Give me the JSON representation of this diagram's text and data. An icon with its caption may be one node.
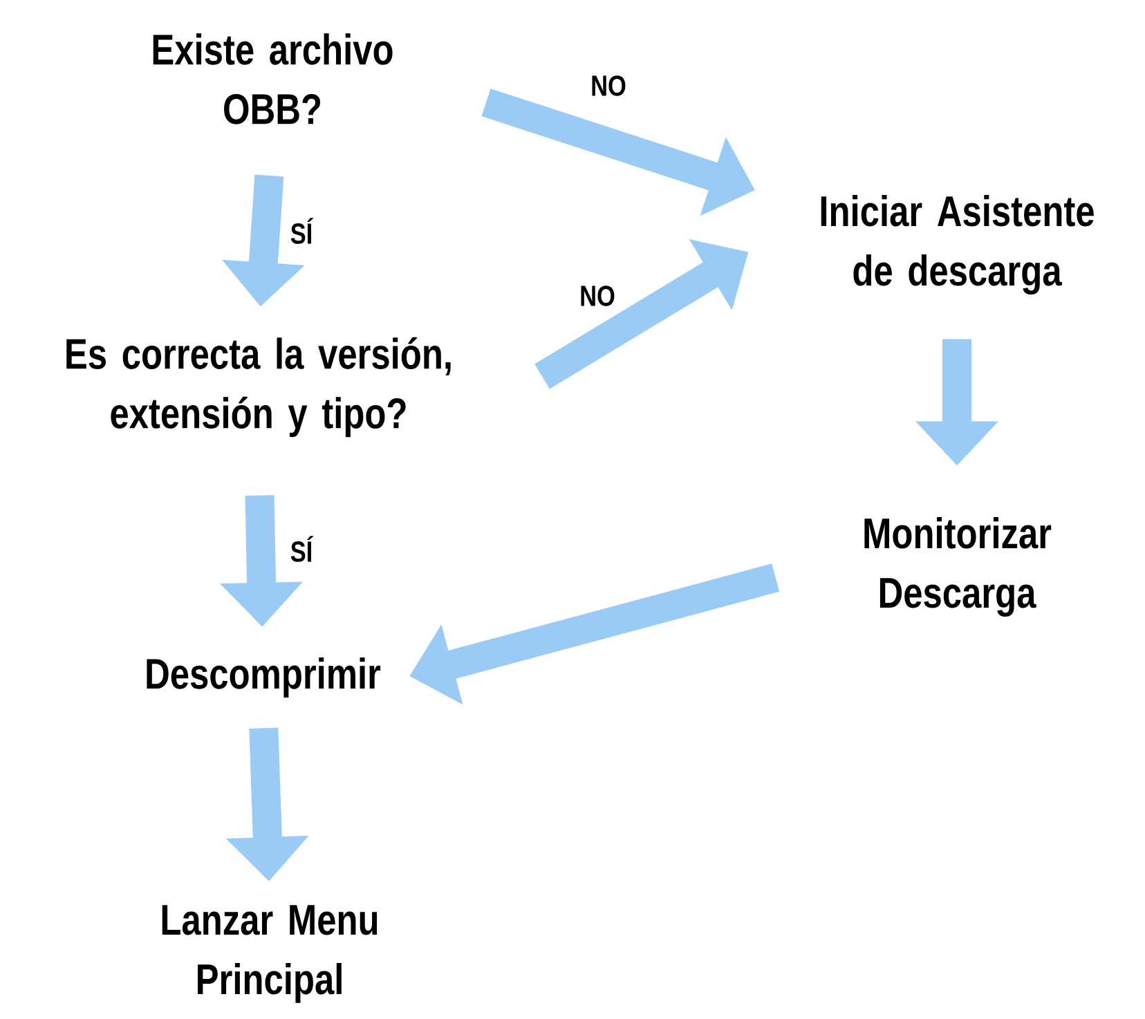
{
  "diagram": {
    "nodes": [
      {
        "text": [
          "Existe archivo OBB?"
        ]
      },
      {
        "text": [
          "Iniciar Asistente de descarga"
        ]
      },
      {
        "text": [
          "Es correcta la versión, extensión y tipo?"
        ]
      },
      {
        "text": [
          "Monitorizar Descarga"
        ]
      },
      {
        "text": [
          "Descomprimir"
        ]
      },
      {
        "text": [
          "Lanzar Menu Principal"
        ]
      }
    ],
    "edges": [
      {
        "from": 0,
        "to": 1,
        "arrow": "to",
        "label": "NO"
      },
      {
        "from": 0,
        "to": 2,
        "arrow": "to",
        "label": "SÍ"
      },
      {
        "from": 2,
        "to": 1,
        "arrow": "to",
        "label": "NO"
      },
      {
        "from": 1,
        "to": 3,
        "arrow": "to"
      },
      {
        "from": 2,
        "to": 4,
        "arrow": "to",
        "label": "SÍ"
      },
      {
        "from": 3,
        "to": 4,
        "arrow": "to"
      },
      {
        "from": 4,
        "to": 5,
        "arrow": "to"
      }
    ]
  }
}
